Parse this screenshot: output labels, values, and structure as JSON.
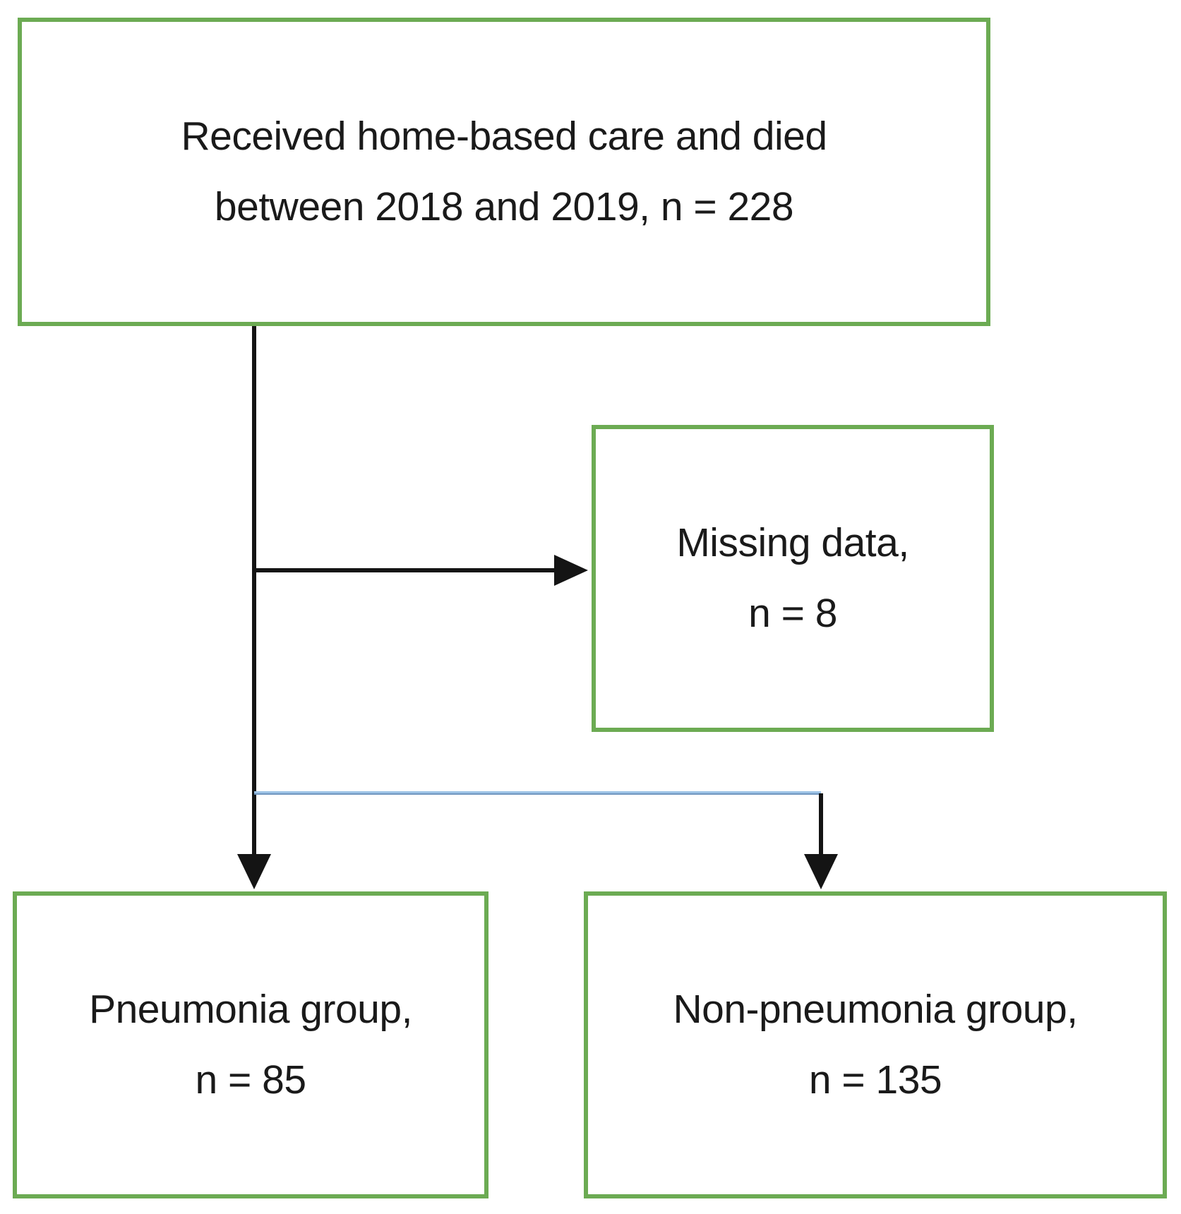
{
  "diagram": {
    "type": "flowchart",
    "nodes": {
      "source": {
        "line1": "Received home-based care and died",
        "line2": "between 2018 and 2019, n = 228",
        "count": 228
      },
      "excluded": {
        "line1": "Missing data,",
        "line2": "n = 8",
        "count": 8
      },
      "pneumonia": {
        "line1": "Pneumonia group,",
        "line2": "n = 85",
        "count": 85
      },
      "non_pneumonia": {
        "line1": "Non-pneumonia group,",
        "line2": "n = 135",
        "count": 135
      }
    },
    "colors": {
      "box_border": "#6cab53",
      "line": "#141414",
      "connector": "#9dc3e6",
      "background": "#ffffff",
      "text": "#1a1a1a"
    }
  }
}
